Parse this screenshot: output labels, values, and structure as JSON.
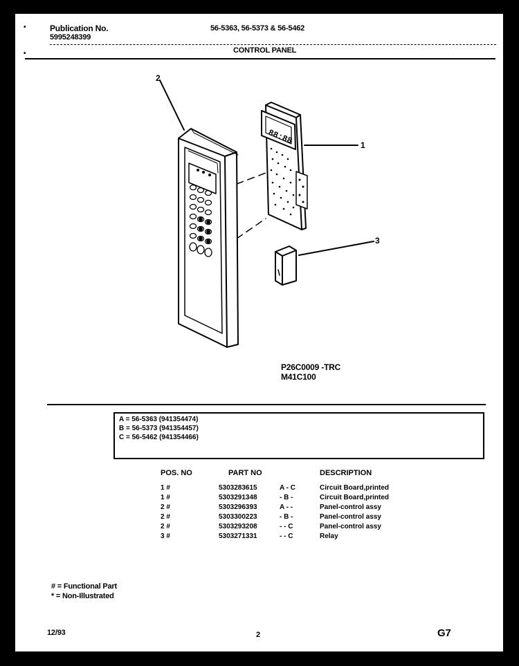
{
  "header": {
    "publication_label": "Publication No.",
    "publication_number": "5995248399",
    "models": "56-5363, 56-5373 & 56-5462",
    "section_title": "CONTROL PANEL"
  },
  "diagram": {
    "callouts": [
      "1",
      "2",
      "3"
    ],
    "display_digits": "88:88",
    "codes": [
      "P26C0009 -TRC",
      "M41C100"
    ]
  },
  "legend": [
    "A = 56-5363 (941354474)",
    "B = 56-5373 (941354457)",
    "C = 56-5462 (941354466)"
  ],
  "parts_table": {
    "headers": {
      "pos": "POS. NO",
      "part": "PART NO",
      "description": "DESCRIPTION"
    },
    "rows": [
      {
        "pos": "1 #",
        "part": "5303283615",
        "models": "A - C",
        "description": "Circuit Board,printed"
      },
      {
        "pos": "1 #",
        "part": "5303291348",
        "models": "- B -",
        "description": "Circuit Board,printed"
      },
      {
        "pos": "2 #",
        "part": "5303296393",
        "models": "A - -",
        "description": "Panel-control assy"
      },
      {
        "pos": "2 #",
        "part": "5303300223",
        "models": "- B -",
        "description": "Panel-control assy"
      },
      {
        "pos": "2 #",
        "part": "5303293208",
        "models": "- - C",
        "description": "Panel-control assy"
      },
      {
        "pos": "3 #",
        "part": "5303271331",
        "models": "- - C",
        "description": "Relay"
      }
    ]
  },
  "notes": [
    "# = Functional Part",
    "* = Non-Illustrated"
  ],
  "footer": {
    "date": "12/93",
    "page": "2",
    "code": "G7"
  }
}
